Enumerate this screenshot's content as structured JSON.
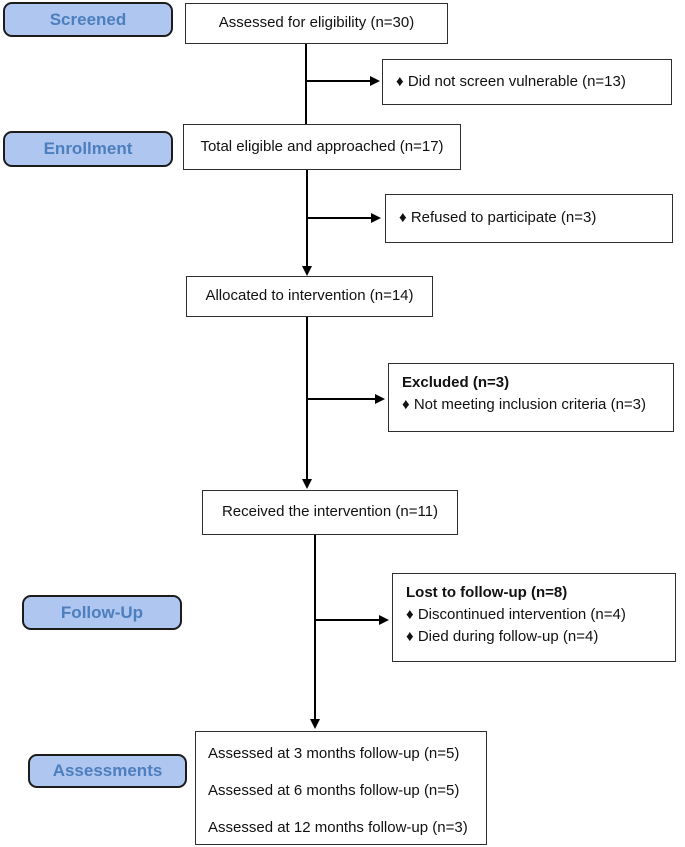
{
  "diagram": {
    "type": "consort-flowchart",
    "stage_labels": {
      "screened": "Screened",
      "enrollment": "Enrollment",
      "followup": "Follow-Up",
      "assessments": "Assessments"
    },
    "nodes": {
      "assessed_eligibility": "Assessed for eligibility (n=30)",
      "did_not_screen": "♦ Did not screen vulnerable (n=13)",
      "total_eligible": "Total eligible and approached (n=17)",
      "refused": "♦ Refused to participate (n=3)",
      "allocated": "Allocated to intervention (n=14)",
      "excluded_title": "Excluded (n=3)",
      "excluded_item1": "♦ Not meeting inclusion criteria (n=3)",
      "received": "Received the intervention (n=11)",
      "lost_title": "Lost to follow-up (n=8)",
      "lost_item1": "♦ Discontinued intervention (n=4)",
      "lost_item2": "♦ Died during follow-up (n=4)",
      "assessed_3mo": "Assessed at 3 months follow-up (n=5)",
      "assessed_6mo": "Assessed at 6 months follow-up (n=5)",
      "assessed_12mo": "Assessed at 12 months follow-up (n=3)"
    },
    "colors": {
      "stage_fill": "#aec6f0",
      "stage_border": "#1c1c1c",
      "stage_text": "#4d7ebd",
      "box_fill": "#ffffff",
      "box_border": "#2e2e2e",
      "connector": "#000000"
    }
  }
}
